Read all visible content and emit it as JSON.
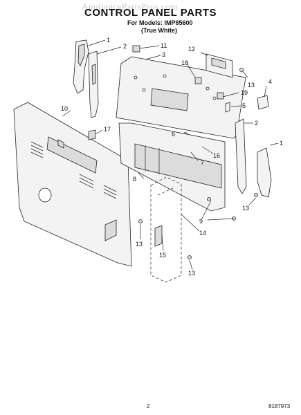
{
  "header": {
    "watermark": "AppliancePartsPros.com",
    "title": "CONTROL PANEL PARTS",
    "models_line": "For Models: IMP85600",
    "color_line": "(True White)"
  },
  "callouts": [
    {
      "id": "c1a",
      "label": "1"
    },
    {
      "id": "c2a",
      "label": "2"
    },
    {
      "id": "c11",
      "label": "11"
    },
    {
      "id": "c3",
      "label": "3"
    },
    {
      "id": "c12",
      "label": "12"
    },
    {
      "id": "c18",
      "label": "18"
    },
    {
      "id": "c13a",
      "label": "13"
    },
    {
      "id": "c4",
      "label": "4"
    },
    {
      "id": "c19",
      "label": "19"
    },
    {
      "id": "c5",
      "label": "5"
    },
    {
      "id": "c10",
      "label": "10"
    },
    {
      "id": "c17",
      "label": "17"
    },
    {
      "id": "c6",
      "label": "6"
    },
    {
      "id": "c2b",
      "label": "2"
    },
    {
      "id": "c1b",
      "label": "1"
    },
    {
      "id": "c16",
      "label": "16"
    },
    {
      "id": "c7",
      "label": "7"
    },
    {
      "id": "c8",
      "label": "8"
    },
    {
      "id": "c9",
      "label": "9"
    },
    {
      "id": "c14",
      "label": "14"
    },
    {
      "id": "c13b",
      "label": "13"
    },
    {
      "id": "c13c",
      "label": "13"
    },
    {
      "id": "c15",
      "label": "15"
    },
    {
      "id": "c13d",
      "label": "13"
    }
  ],
  "footer": {
    "page_number": "2",
    "document_number": "8187973"
  }
}
